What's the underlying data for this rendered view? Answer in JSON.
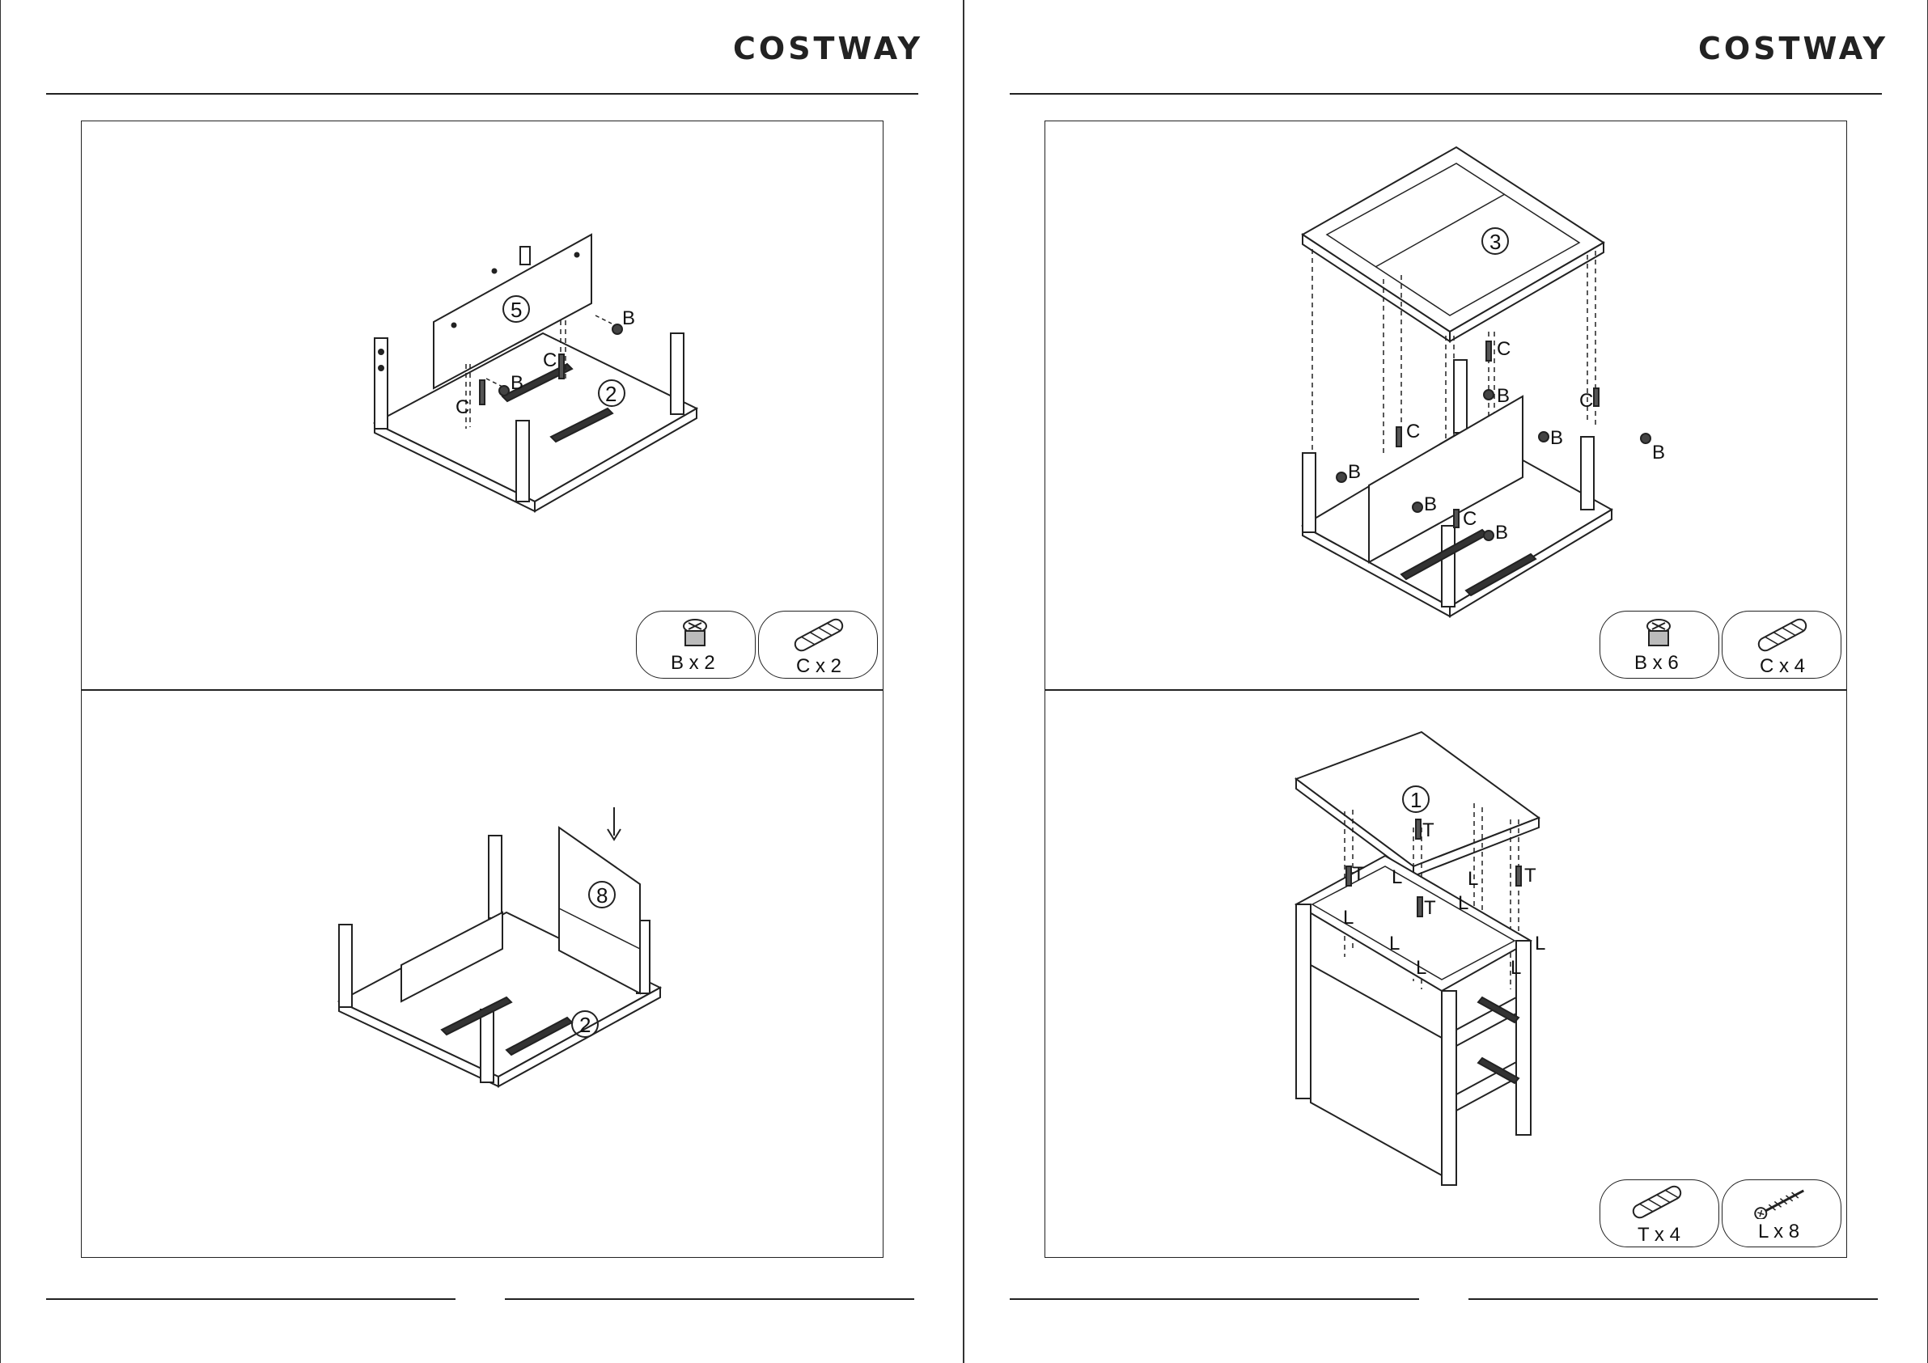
{
  "brand": "COSTWAY",
  "pages": [
    {
      "steps": [
        {
          "panel_numbers": [
            "5",
            "2"
          ],
          "callouts": [
            "B",
            "C",
            "B",
            "C"
          ],
          "hardware": [
            {
              "icon": "cam-lock-icon",
              "label": "B x 2"
            },
            {
              "icon": "dowel-icon",
              "label": "C x 2"
            }
          ]
        },
        {
          "panel_numbers": [
            "8",
            "2"
          ],
          "callouts": [],
          "hardware": []
        }
      ]
    },
    {
      "steps": [
        {
          "panel_numbers": [
            "3"
          ],
          "callouts": [
            "C",
            "B",
            "C",
            "B",
            "C",
            "B",
            "B",
            "B",
            "B",
            "C",
            "B"
          ],
          "hardware": [
            {
              "icon": "cam-lock-icon",
              "label": "B x 6"
            },
            {
              "icon": "dowel-icon",
              "label": "C x 4"
            }
          ]
        },
        {
          "panel_numbers": [
            "1"
          ],
          "callouts": [
            "T",
            "T",
            "T",
            "T",
            "L",
            "L",
            "L",
            "L",
            "L",
            "L",
            "L",
            "L"
          ],
          "hardware": [
            {
              "icon": "dowel-icon",
              "label": "T x 4"
            },
            {
              "icon": "screw-icon",
              "label": "L x 8"
            }
          ]
        }
      ]
    }
  ]
}
